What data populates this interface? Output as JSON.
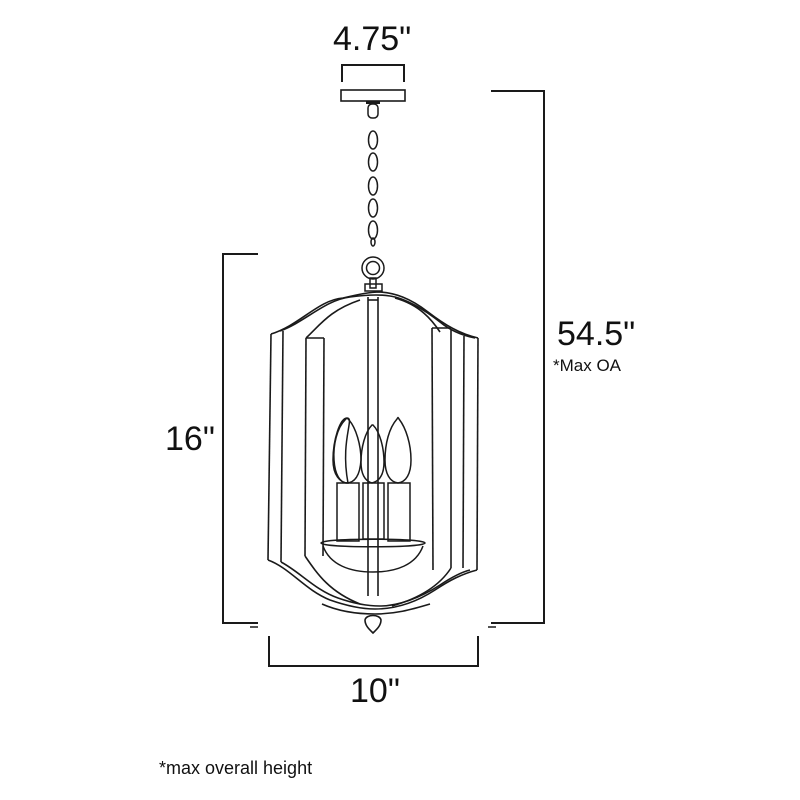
{
  "diagram": {
    "type": "product-dimension-drawing",
    "subject": "4-light lantern pendant",
    "dimensions": {
      "canopy_width": "4.75\"",
      "fixture_height": "16\"",
      "fixture_width": "10\"",
      "overall_height": "54.5\"",
      "overall_height_note": "*Max OA"
    },
    "footnote": "*max overall height",
    "colors": {
      "line": "#1a1a1a",
      "background": "#ffffff"
    }
  }
}
